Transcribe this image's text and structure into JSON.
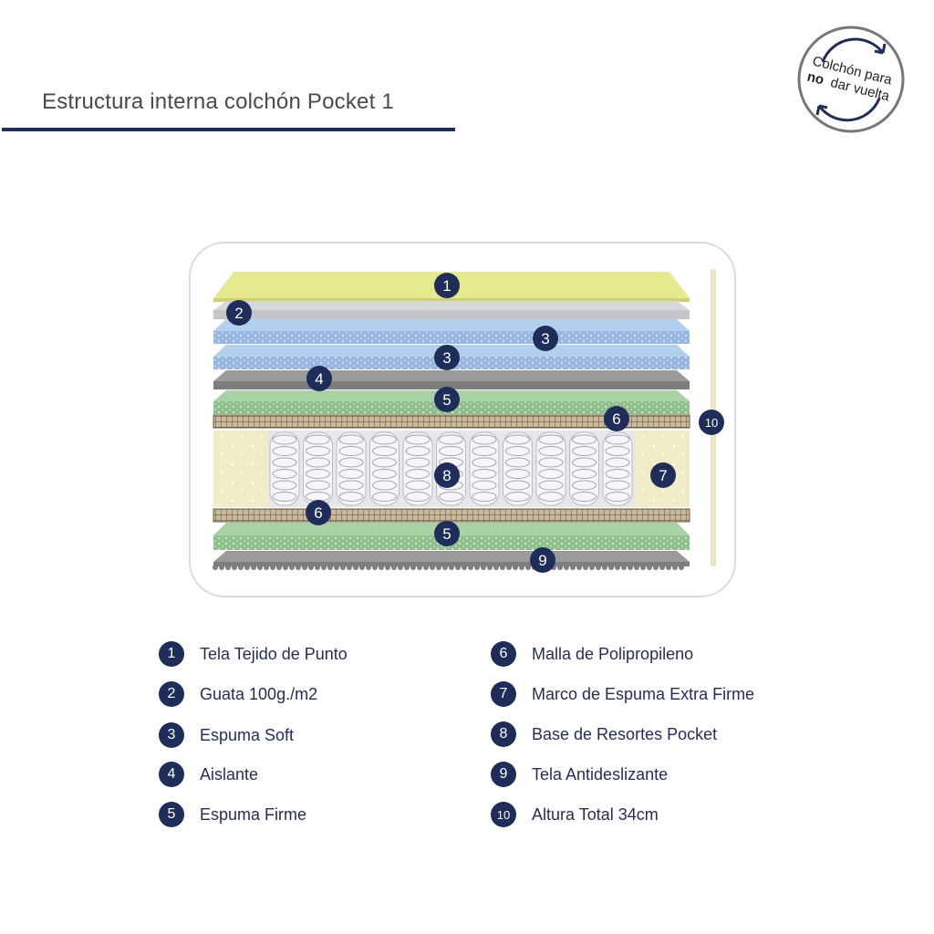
{
  "title": "Estructura interna colchón Pocket 1",
  "badge": {
    "line1": "Colchón para",
    "line2_bold": "no",
    "line2_rest": "dar vuelta"
  },
  "colors": {
    "navy": "#1f2d5a",
    "title_text": "#4a4a4a",
    "yellow_fabric": "#e6ea8e",
    "gray_wadding": "#c9cacc",
    "blue_foam": "#a8c6e8",
    "insulation": "#8f8f8f",
    "green_foam": "#9fcb9a",
    "mesh": "#8a7760",
    "frame_foam": "#f1ecc8",
    "base_fabric": "#8b8b8b"
  },
  "diagram_markers": {
    "m1": "1",
    "m2": "2",
    "m3a": "3",
    "m3b": "3",
    "m4": "4",
    "m5a": "5",
    "m6a": "6",
    "m10": "10",
    "m7": "7",
    "m8": "8",
    "m6b": "6",
    "m5b": "5",
    "m9": "9"
  },
  "legend": [
    {
      "num": "1",
      "label": "Tela Tejido de Punto"
    },
    {
      "num": "2",
      "label": "Guata 100g./m2"
    },
    {
      "num": "3",
      "label": "Espuma Soft"
    },
    {
      "num": "4",
      "label": "Aislante"
    },
    {
      "num": "5",
      "label": "Espuma Firme"
    },
    {
      "num": "6",
      "label": "Malla de Polipropileno"
    },
    {
      "num": "7",
      "label": "Marco de Espuma Extra Firme"
    },
    {
      "num": "8",
      "label": "Base de Resortes Pocket"
    },
    {
      "num": "9",
      "label": "Tela Antideslizante"
    },
    {
      "num": "10",
      "label": "Altura Total 34cm"
    }
  ]
}
